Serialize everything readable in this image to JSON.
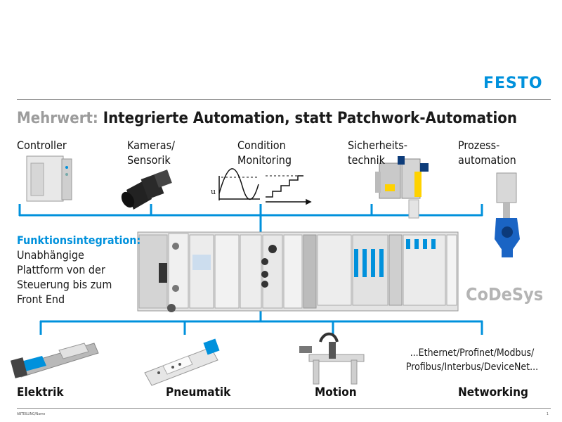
{
  "brand": {
    "logo_text": "FESTO"
  },
  "slide": {
    "title_prefix": "Mehrwert:",
    "title_main": " Integrierte Automation, statt Patchwork-Automation"
  },
  "top_categories": [
    {
      "line1": "Controller",
      "line2": ""
    },
    {
      "line1": "Kameras/",
      "line2": "Sensorik"
    },
    {
      "line1": "Condition",
      "line2": "Monitoring"
    },
    {
      "line1": "Sicherheits-",
      "line2": "technik"
    },
    {
      "line1": "Prozess-",
      "line2": "automation"
    }
  ],
  "integration": {
    "heading": "Funktionsintegration:",
    "line1": "Unabhängige",
    "line2": "Plattform von der",
    "line3": "Steuerung bis zum",
    "line4": "Front End"
  },
  "platform_label": "CoDeSys",
  "networking_protocols": {
    "line1": "...Ethernet/Profinet/Modbus/",
    "line2": "Profibus/Interbus/DeviceNet..."
  },
  "bottom_categories": [
    "Elektrik",
    "Pneumatik",
    "Motion",
    "Networking"
  ],
  "condition_graph_label": "u",
  "footer": {
    "left": "ABTEILUNG/Name",
    "page_number": "1"
  },
  "colors": {
    "accent": "#0091dc",
    "title_prefix": "#9c9c9c",
    "codesys": "#b4b4b4"
  }
}
